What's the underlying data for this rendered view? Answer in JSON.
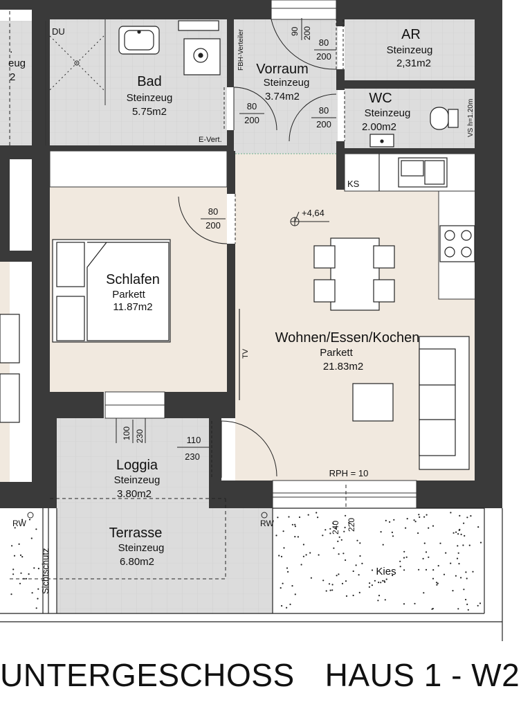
{
  "rooms": {
    "bad": {
      "name": "Bad",
      "material": "Steinzeug",
      "area": "5.75m2"
    },
    "vorraum": {
      "name": "Vorraum",
      "material": "Steinzeug",
      "area": "3.74m2"
    },
    "ar": {
      "name": "AR",
      "material": "Steinzeug",
      "area": "2,31m2"
    },
    "wc": {
      "name": "WC",
      "material": "Steinzeug",
      "area": "2.00m2"
    },
    "schlafen": {
      "name": "Schlafen",
      "material": "Parkett",
      "area": "11.87m2"
    },
    "wohnen": {
      "name": "Wohnen/Essen/Kochen",
      "material": "Parkett",
      "area": "21.83m2"
    },
    "loggia": {
      "name": "Loggia",
      "material": "Steinzeug",
      "area": "3.80m2"
    },
    "terrasse": {
      "name": "Terrasse",
      "material": "Steinzeug",
      "area": "6.80m2"
    },
    "kies": {
      "name": "Kies"
    },
    "left_partial_a": ".",
    "left_partial_b": "eug",
    "left_partial_c": "2"
  },
  "labels": {
    "du": "DU",
    "fbh": "FBH-Verteiler",
    "evert": "E-Vert.",
    "ks": "KS",
    "vs": "VS h=1.20m",
    "tv": "TV",
    "rph": "RPH = 10",
    "level": "+4,64",
    "rw_left": "RW",
    "rw_right": "RW",
    "sichtschutz": "Sichtschutz"
  },
  "dims": {
    "top_door": {
      "w": "90",
      "h": "200"
    },
    "vorraum_door": {
      "w": "80",
      "h": "200"
    },
    "bad_door": {
      "w": "80",
      "h": "200"
    },
    "wc_door": {
      "w": "80",
      "h": "200"
    },
    "schlafen_door": {
      "w": "80",
      "h": "200"
    },
    "loggia_window": {
      "w": "100",
      "h": "230"
    },
    "loggia_door": {
      "w": "110",
      "h": "230"
    },
    "terrace_window": {
      "w": "240",
      "h": "220"
    }
  },
  "footer": {
    "left": "UNTERGESCHOSS",
    "right": "HAUS 1 - W2"
  },
  "colors": {
    "wall": "#3a3a3a",
    "tile_floor": "#dcdcdc",
    "parquet_floor": "#f1e9df",
    "outside": "#ffffff"
  }
}
